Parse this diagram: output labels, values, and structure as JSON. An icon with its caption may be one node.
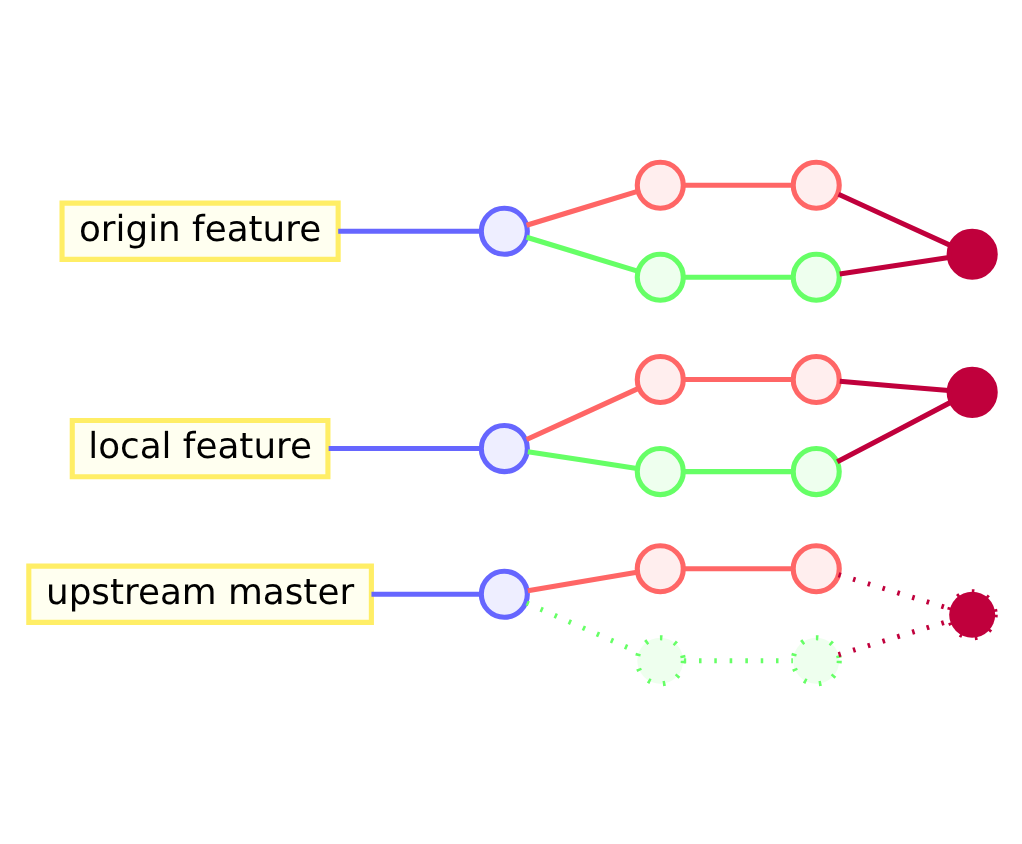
{
  "diagram": {
    "nodes": [
      {
        "text": [
          "upstream master"
        ]
      },
      {
        "text": [],
        "shape": "circle"
      },
      {
        "text": [],
        "shape": "circle"
      },
      {
        "text": [],
        "shape": "circle"
      },
      {
        "text": [],
        "shape": "circle"
      },
      {
        "text": [],
        "shape": "circle"
      },
      {
        "text": [],
        "shape": "circle"
      },
      {
        "text": [
          "local feature"
        ]
      },
      {
        "text": [],
        "shape": "circle"
      },
      {
        "text": [],
        "shape": "circle"
      },
      {
        "text": [],
        "shape": "circle"
      },
      {
        "text": [],
        "shape": "circle"
      },
      {
        "text": [],
        "shape": "circle"
      },
      {
        "text": [],
        "shape": "circle"
      },
      {
        "text": [
          "origin feature"
        ]
      },
      {
        "text": [],
        "shape": "circle"
      },
      {
        "text": [],
        "shape": "circle"
      },
      {
        "text": [],
        "shape": "circle"
      },
      {
        "text": [],
        "shape": "circle"
      },
      {
        "text": [],
        "shape": "circle"
      },
      {
        "text": [],
        "shape": "circle"
      }
    ],
    "edges": [
      {
        "from": 0,
        "to": 1,
        "arrow": "none",
        "color": "#6666ff"
      },
      {
        "from": 1,
        "to": 2,
        "arrow": "none",
        "color": "#ff6666"
      },
      {
        "from": 2,
        "to": 3,
        "arrow": "none",
        "color": "#ff6666"
      },
      {
        "from": 3,
        "to": 6,
        "arrow": "none",
        "style": "dashed",
        "color": "#c0003c"
      },
      {
        "from": 1,
        "to": 4,
        "arrow": "none",
        "style": "dashed",
        "color": "#66ff66"
      },
      {
        "from": 4,
        "to": 5,
        "arrow": "none",
        "style": "dashed",
        "color": "#66ff66"
      },
      {
        "from": 5,
        "to": 6,
        "arrow": "none",
        "style": "dashed",
        "color": "#c0003c"
      },
      {
        "from": 7,
        "to": 8,
        "arrow": "none",
        "color": "#6666ff"
      },
      {
        "from": 8,
        "to": 9,
        "arrow": "none",
        "color": "#ff6666"
      },
      {
        "from": 9,
        "to": 10,
        "arrow": "none",
        "color": "#ff6666"
      },
      {
        "from": 10,
        "to": 13,
        "arrow": "none",
        "color": "#c0003c"
      },
      {
        "from": 8,
        "to": 11,
        "arrow": "none",
        "color": "#66ff66"
      },
      {
        "from": 11,
        "to": 12,
        "arrow": "none",
        "color": "#66ff66"
      },
      {
        "from": 12,
        "to": 13,
        "arrow": "none",
        "color": "#c0003c"
      },
      {
        "from": 14,
        "to": 15,
        "arrow": "none",
        "color": "#6666ff"
      },
      {
        "from": 15,
        "to": 16,
        "arrow": "none",
        "color": "#ff6666"
      },
      {
        "from": 16,
        "to": 17,
        "arrow": "none",
        "color": "#ff6666"
      },
      {
        "from": 17,
        "to": 20,
        "arrow": "none",
        "color": "#c0003c"
      },
      {
        "from": 15,
        "to": 18,
        "arrow": "none",
        "color": "#66ff66"
      },
      {
        "from": 18,
        "to": 19,
        "arrow": "none",
        "color": "#66ff66"
      },
      {
        "from": 19,
        "to": 20,
        "arrow": "none",
        "color": "#c0003c"
      }
    ]
  }
}
